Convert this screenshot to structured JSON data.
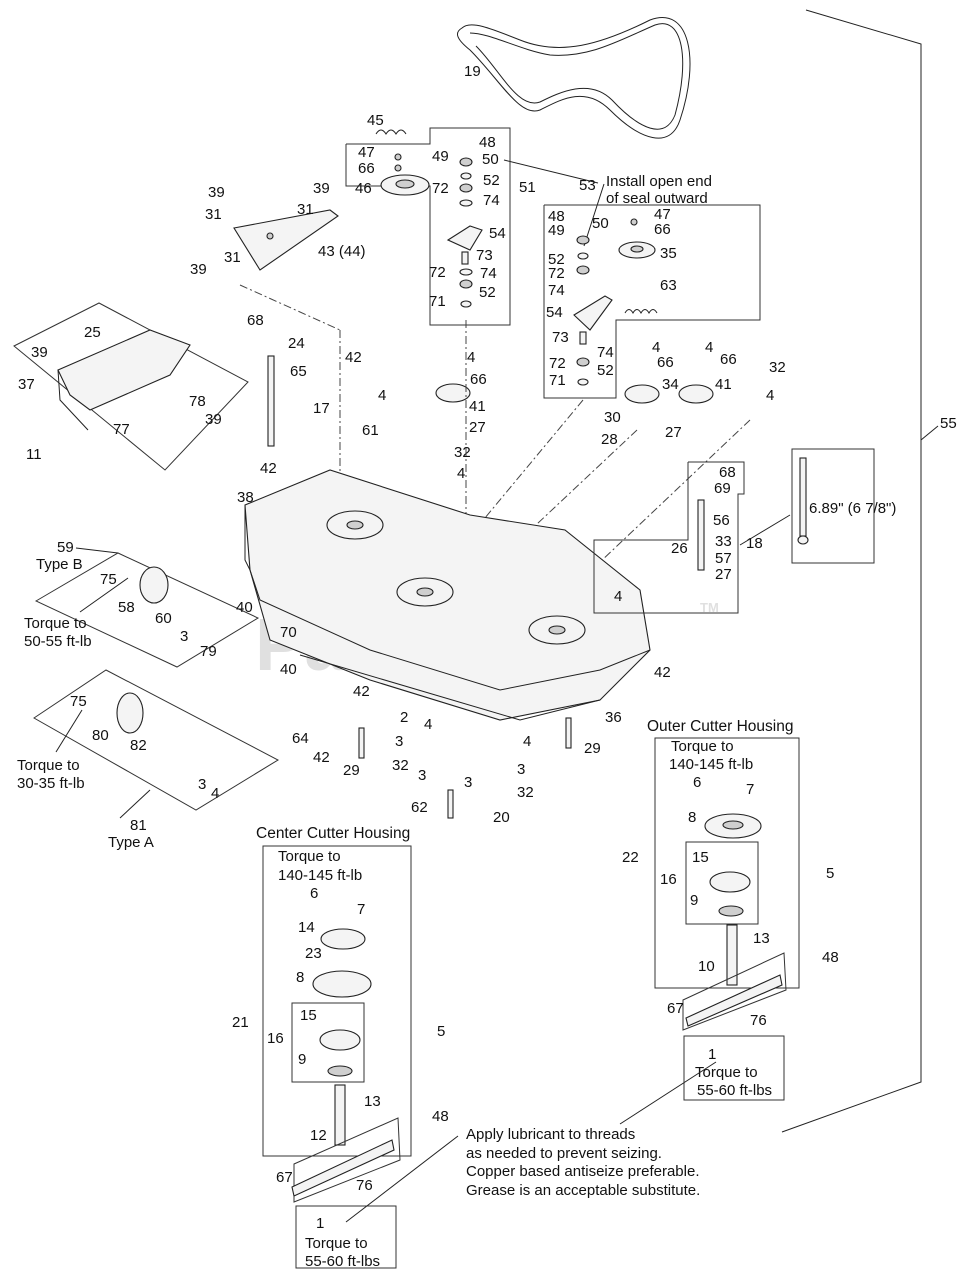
{
  "watermark": {
    "text": "PartsTree",
    "mark": "TM"
  },
  "notes": {
    "seal": [
      "Install open end",
      "of seal outward"
    ],
    "measure": "6.89\" (6 7/8\")",
    "type_b": "Type B",
    "type_a": "Type A",
    "torque_b": [
      "Torque to",
      "50-55 ft-lb"
    ],
    "torque_a": [
      "Torque to",
      "30-35 ft-lb"
    ],
    "outer_title": "Outer Cutter Housing",
    "outer_torque_top": [
      "Torque to",
      "140-145 ft-lb"
    ],
    "outer_torque_bottom": [
      "Torque to",
      "55-60 ft-lbs"
    ],
    "center_title": "Center Cutter Housing",
    "center_torque_top": [
      "Torque to",
      "140-145 ft-lb"
    ],
    "center_torque_bottom": [
      "Torque to",
      "55-60 ft-lbs"
    ],
    "lubricant": [
      "Apply lubricant to threads",
      "as needed to prevent seizing.",
      "Copper based antiseize preferable.",
      "Grease is an acceptable substitute."
    ]
  },
  "callouts": {
    "c19": "19",
    "c45": "45",
    "c47a": "47",
    "c48a": "48",
    "c49a": "49",
    "c50a": "50",
    "c66a": "66",
    "c46": "46",
    "c72a": "72",
    "c52a": "52",
    "c74a": "74",
    "c51": "51",
    "c54a": "54",
    "c73a": "73",
    "c72b": "72",
    "c74b": "74",
    "c71a": "71",
    "c52b": "52",
    "c53": "53",
    "c48b": "48",
    "c49b": "49",
    "c50b": "50",
    "c47b": "47",
    "c66b": "66",
    "c35": "35",
    "c52c": "52",
    "c72c": "72",
    "c74c": "74",
    "c63": "63",
    "c54b": "54",
    "c73b": "73",
    "c74d": "74",
    "c72d": "72",
    "c52d": "52",
    "c71b": "71",
    "c39a": "39",
    "c39b": "39",
    "c31a": "31",
    "c31b": "31",
    "c43": "43 (44)",
    "c39c": "39",
    "c31c": "31",
    "c25": "25",
    "c39d": "39",
    "c37": "37",
    "c78": "78",
    "c77": "77",
    "c39e": "39",
    "c11": "11",
    "c68a": "68",
    "c24": "24",
    "c65": "65",
    "c42a": "42",
    "c4a": "4",
    "c66c": "66",
    "c41a": "41",
    "c27a": "27",
    "c4b": "4",
    "c66d": "66",
    "c34": "34",
    "c4c": "4",
    "c66e": "66",
    "c41b": "41",
    "c32a": "32",
    "c4d": "4",
    "c30": "30",
    "c28": "28",
    "c27b": "27",
    "c17": "17",
    "c4e": "4",
    "c61": "61",
    "c32b": "32",
    "c4f": "4",
    "c42b": "42",
    "c38": "38",
    "c55": "55",
    "c68b": "68",
    "c69": "69",
    "c56": "56",
    "c26": "26",
    "c33": "33",
    "c57": "57",
    "c27c": "27",
    "c18": "18",
    "c4g": "4",
    "c59": "59",
    "c75a": "75",
    "c58": "58",
    "c60": "60",
    "c3a": "3",
    "c79": "79",
    "c40a": "40",
    "c70": "70",
    "c40b": "40",
    "c42c": "42",
    "c42d": "42",
    "c36": "36",
    "c2": "2",
    "c4h": "4",
    "c64": "64",
    "c42e": "42",
    "c29a": "29",
    "c3b": "3",
    "c4i": "4",
    "c29b": "29",
    "c32c": "32",
    "c3c": "3",
    "c3d": "3",
    "c32d": "32",
    "c62": "62",
    "c20": "20",
    "c75b": "75",
    "c80": "80",
    "c82": "82",
    "c3e": "3",
    "c4j": "4",
    "c81": "81",
    "c22": "22",
    "c6a": "6",
    "c7a": "7",
    "c8a": "8",
    "c15a": "15",
    "c16a": "16",
    "c9a": "9",
    "c5a": "5",
    "c13a": "13",
    "c48c": "48",
    "c10": "10",
    "c67a": "67",
    "c76a": "76",
    "c1a": "1",
    "c21": "21",
    "c6b": "6",
    "c7b": "7",
    "c14": "14",
    "c23": "23",
    "c8b": "8",
    "c15b": "15",
    "c16b": "16",
    "c9b": "9",
    "c5b": "5",
    "c13b": "13",
    "c48d": "48",
    "c12": "12",
    "c67b": "67",
    "c76b": "76",
    "c1b": "1"
  }
}
